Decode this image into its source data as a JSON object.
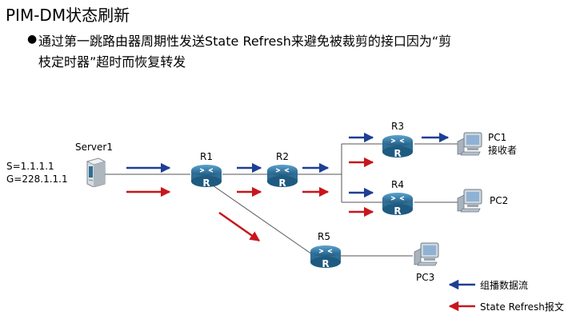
{
  "title": "PIM-DM状态刷新",
  "bullet": {
    "line1": "通过第一跳路由器周期性发送State  Refresh来避免被裁剪的接口因为“剪",
    "line2": "枝定时器”超时而恢复转发"
  },
  "nodes": {
    "server1": "Server1",
    "source_s": "S=1.1.1.1",
    "source_g": "G=228.1.1.1",
    "r1": "R1",
    "r2": "R2",
    "r3": "R3",
    "r4": "R4",
    "r5": "R5",
    "pc1": "PC1",
    "pc1_role": "接收者",
    "pc2": "PC2",
    "pc3": "PC3",
    "router_letter": "R"
  },
  "legend": {
    "multicast": "组播数据流",
    "state_refresh": "State Refresh报文"
  },
  "colors": {
    "multicast": "#1f3f94",
    "state_refresh": "#c8161d",
    "router_body": "#2e6f96",
    "link": "#555555"
  }
}
